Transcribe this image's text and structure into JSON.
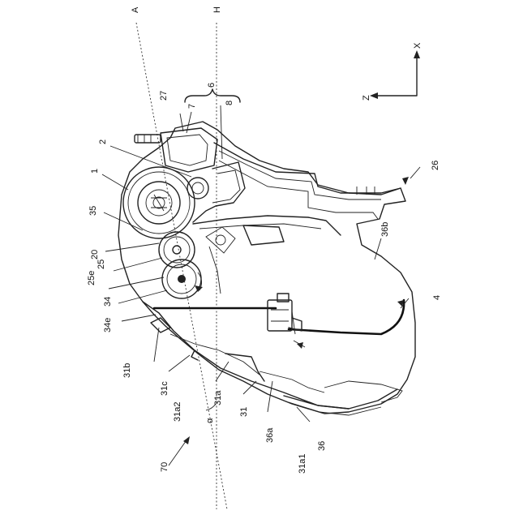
{
  "labels": {
    "l_A": "A",
    "l_H": "H",
    "l_X": "X",
    "l_Z": "Z",
    "l_6": "6",
    "l_7": "7",
    "l_8": "8",
    "l_27": "27",
    "l_2": "2",
    "l_1": "1",
    "l_26": "26",
    "l_35": "35",
    "l_20": "20",
    "l_25": "25",
    "l_25e": "25e",
    "l_34": "34",
    "l_34e": "34e",
    "l_36b": "36b",
    "l_4": "4",
    "l_31b": "31b",
    "l_31c": "31c",
    "l_31a2": "31a2",
    "l_31a": "31a",
    "l_alpha": "α",
    "l_31": "31",
    "l_36a": "36a",
    "l_36": "36",
    "l_31a1": "31a1",
    "l_70": "70"
  }
}
